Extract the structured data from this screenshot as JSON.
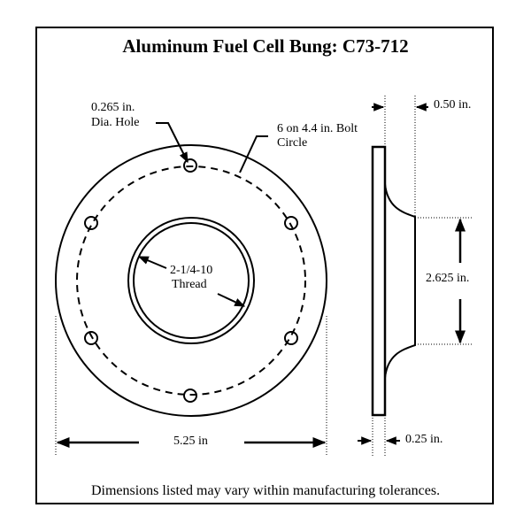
{
  "title": "Aluminum Fuel Cell Bung: C73-712",
  "labels": {
    "hole_size": "0.265 in.",
    "hole_desc": "Dia. Hole",
    "bolt_circle_1": "6 on 4.4 in. Bolt",
    "bolt_circle_2": "Circle",
    "thread_1": "2-1/4-10",
    "thread_2": "Thread",
    "diameter": "5.25 in",
    "boss_height": "0.50 in.",
    "boss_diameter": "2.625 in.",
    "flange_thickness": "0.25 in."
  },
  "footer": "Dimensions listed may vary within manufacturing tolerances."
}
